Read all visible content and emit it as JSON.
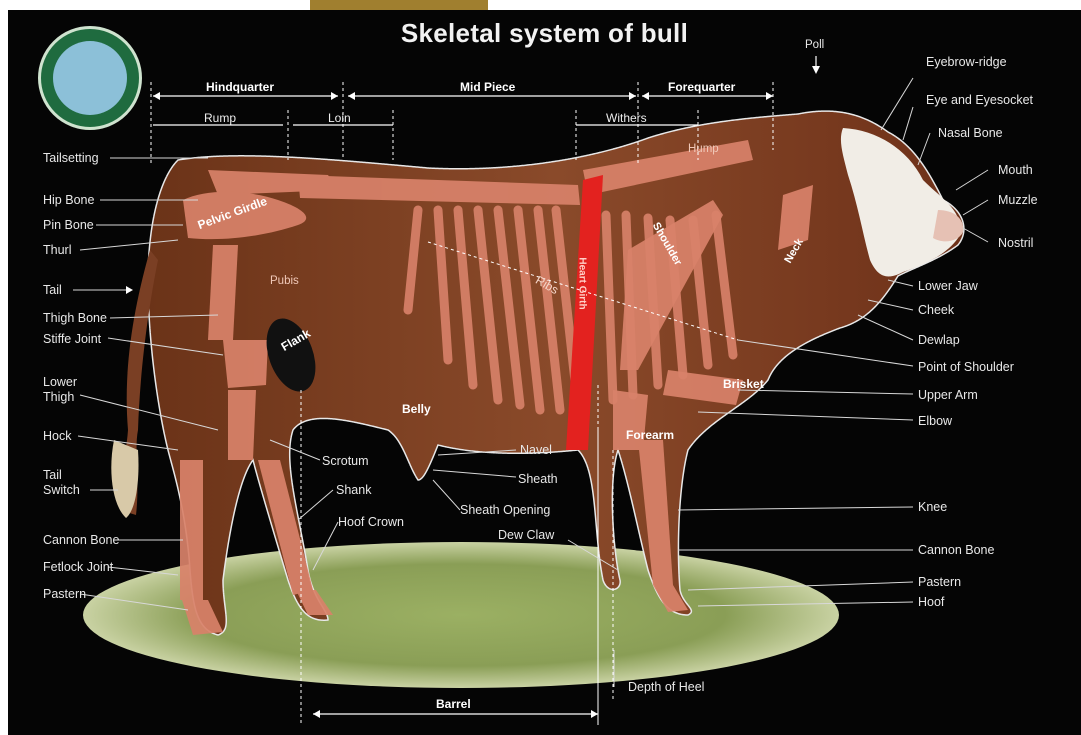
{
  "title": "Skeletal system of bull",
  "regions": {
    "hindquarter": "Hindquarter",
    "mid_piece": "Mid Piece",
    "forequarter": "Forequarter",
    "rump": "Rump",
    "loin": "Loin",
    "withers": "Withers",
    "barrel": "Barrel"
  },
  "labels_left": {
    "tailsetting": "Tailsetting",
    "hip_bone": "Hip Bone",
    "pin_bone": "Pin Bone",
    "thurl": "Thurl",
    "tail": "Tail",
    "thigh_bone": "Thigh Bone",
    "stifle_joint": "Stiffe Joint",
    "lower_thigh_1": "Lower",
    "lower_thigh_2": "Thigh",
    "hock": "Hock",
    "tail_switch_1": "Tail",
    "tail_switch_2": "Switch",
    "cannon_bone": "Cannon Bone",
    "fetlock_joint": "Fetlock Joint",
    "pastern": "Pastern"
  },
  "labels_right": {
    "poll": "Poll",
    "eyebrow_ridge": "Eyebrow-ridge",
    "eye_socket": "Eye and Eyesocket",
    "nasal_bone": "Nasal Bone",
    "mouth": "Mouth",
    "muzzle": "Muzzle",
    "nostril": "Nostril",
    "lower_jaw": "Lower Jaw",
    "cheek": "Cheek",
    "dewlap": "Dewlap",
    "point_of_shoulder": "Point of Shoulder",
    "upper_arm": "Upper Arm",
    "elbow": "Elbow",
    "knee": "Knee",
    "cannon_bone": "Cannon Bone",
    "pastern": "Pastern",
    "hoof": "Hoof"
  },
  "labels_middle": {
    "scrotum": "Scrotum",
    "shank": "Shank",
    "hoof_crown": "Hoof Crown",
    "navel": "Navel",
    "sheath": "Sheath",
    "sheath_opening": "Sheath Opening",
    "dew_claw": "Dew Claw",
    "depth_of_heel": "Depth of Heel"
  },
  "labels_on_body": {
    "pelvic_girdle": "Pelvic Girdle",
    "pubis": "Pubis",
    "ribs": "Ribs",
    "heart_girth": "Heart Girth",
    "shoulder": "Shoulder",
    "neck": "Neck",
    "hump": "Hump",
    "flank": "Flank",
    "belly": "Belly",
    "brisket": "Brisket",
    "forearm": "Forearm"
  },
  "colors": {
    "background": "#050505",
    "hide": "#7a3f24",
    "bone": "#d9826a",
    "heart_girth": "#e3221f",
    "grass": "#8fa35a"
  }
}
